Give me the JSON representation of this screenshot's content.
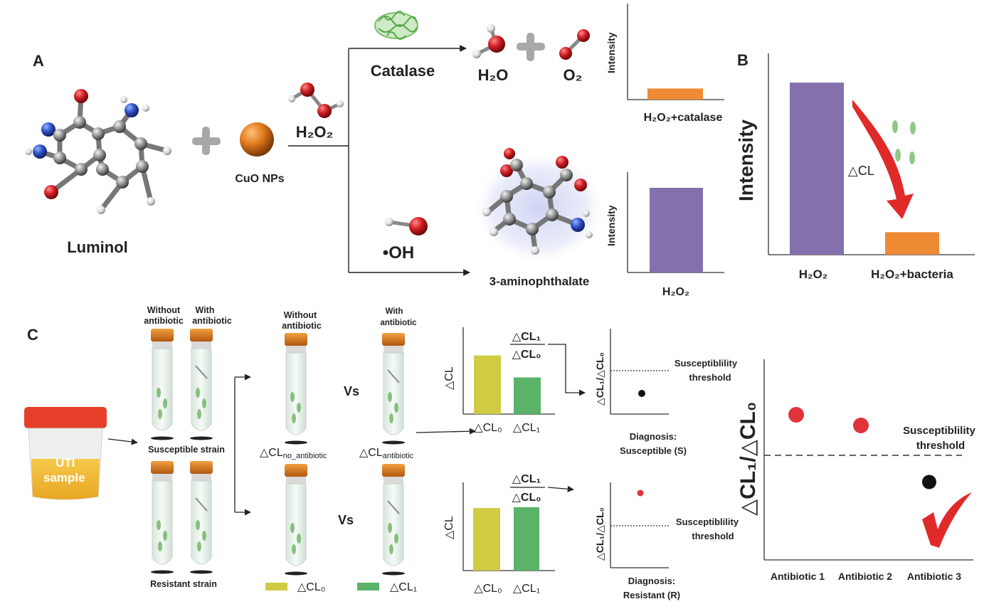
{
  "panel_a": {
    "label": "A",
    "luminol": "Luminol",
    "cuo": "CuO NPs",
    "h2o2": "H₂O₂",
    "catalase": "Catalase",
    "h2o": "H₂O",
    "o2": "O₂",
    "oh": "•OH",
    "aminophthalate": "3-aminophthalate",
    "chart_top": {
      "ylabel": "Intensity",
      "xlabel": "H₂O₂+catalase",
      "color": "#ee8a34"
    },
    "chart_bottom": {
      "ylabel": "Intensity",
      "xlabel": "H₂O₂",
      "color": "#8470ad"
    }
  },
  "panel_b": {
    "label": "B",
    "ylabel": "Intensity",
    "delta": "△CL",
    "cat1": "H₂O₂",
    "cat2": "H₂O₂+bacteria"
  },
  "panel_c": {
    "label": "C",
    "uti1": "UTI",
    "uti2": "sample",
    "tubes_top_label1_l1": "Without",
    "tubes_top_label1_l2": "antibiotic",
    "tubes_top_label2_l1": "With",
    "tubes_top_label2_l2": "antibiotic",
    "susceptible_strain": "Susceptible strain",
    "resistant_strain": "Resistant  strain",
    "mid_label1_l1": "Without",
    "mid_label1_l2": "antibiotic",
    "mid_label2_l1": "With",
    "mid_label2_l2": "antibiotic",
    "vs": "Vs",
    "cl_no_main": "△CL",
    "cl_no_sub": "no_antibiotic",
    "cl_ab_main": "△CL",
    "cl_ab_sub": "antibiotic",
    "legend_cl0": "△CL₀",
    "legend_cl1": "△CL₁",
    "ratio_num": "△CL₁",
    "ratio_den": "△CL₀",
    "mini_ylabel": "△CL",
    "mini_x0": "△CL₀",
    "mini_x1": "△CL₁",
    "diag_ylabel": "△CL₁/△CL₀",
    "threshold_l1": "Susceptiblility",
    "threshold_l2": "threshold",
    "diag_s_l1": "Diagnosis:",
    "diag_s_l2": "Susceptible (S)",
    "diag_r_l1": "Diagnosis:",
    "diag_r_l2": "Resistant (R)",
    "big_ylabel": "△CL₁/△CL₀",
    "big_threshold_l1": "Susceptiblility",
    "big_threshold_l2": "threshold",
    "ab1": "Antibiotic 1",
    "ab2": "Antibiotic 2",
    "ab3": "Antibiotic 3",
    "colors": {
      "cl0": "#cfcb43",
      "cl1": "#5bb36a",
      "red": "#e0333a"
    }
  },
  "chart_data": [
    {
      "type": "bar",
      "categories": [
        "H₂O₂+catalase"
      ],
      "values": [
        0.12
      ],
      "ylabel": "Intensity",
      "ylim": [
        0,
        1
      ]
    },
    {
      "type": "bar",
      "categories": [
        "H₂O₂"
      ],
      "values": [
        0.85
      ],
      "ylabel": "Intensity",
      "ylim": [
        0,
        1
      ]
    },
    {
      "type": "bar",
      "categories": [
        "H₂O₂",
        "H₂O₂+bacteria"
      ],
      "values": [
        0.84,
        0.11
      ],
      "ylabel": "Intensity",
      "ylim": [
        0,
        1
      ]
    },
    {
      "type": "bar",
      "categories": [
        "△CL₀",
        "△CL₁"
      ],
      "values": [
        0.8,
        0.5
      ],
      "ylabel": "△CL",
      "ylim": [
        0,
        1
      ]
    },
    {
      "type": "bar",
      "categories": [
        "△CL₀",
        "△CL₁"
      ],
      "values": [
        0.72,
        0.73
      ],
      "ylabel": "△CL",
      "ylim": [
        0,
        1
      ]
    },
    {
      "type": "scatter",
      "categories": [
        "Antibiotic 1",
        "Antibiotic 2",
        "Antibiotic 3"
      ],
      "values": [
        0.38,
        0.28,
        -0.25
      ],
      "ylabel": "△CL₁/△CL₀"
    }
  ]
}
